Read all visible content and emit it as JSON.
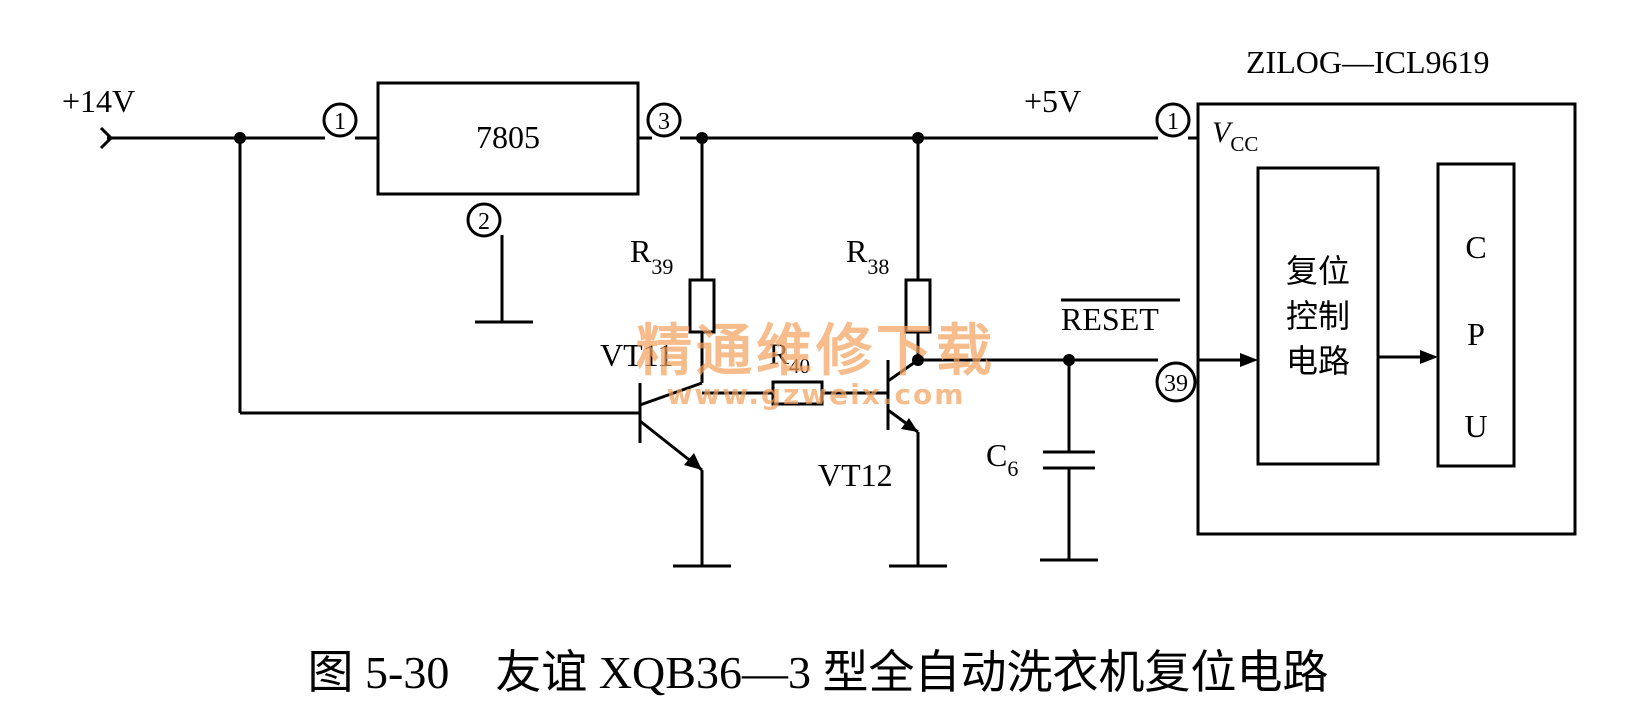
{
  "labels": {
    "v_in": "+14V",
    "v_out": "+5V",
    "regulator": "7805",
    "chip": "ZILOG—ICL9619",
    "vcc_main": "V",
    "vcc_sub": "CC",
    "r39_main": "R",
    "r39_sub": "39",
    "r38_main": "R",
    "r38_sub": "38",
    "r40_main": "R",
    "r40_sub": "40",
    "vt11": "VT11",
    "vt12": "VT12",
    "c6_main": "C",
    "c6_sub": "6",
    "reset": "RESET",
    "pin1_reg": "1",
    "pin2_reg": "2",
    "pin3_reg": "3",
    "pin1_chip": "1",
    "pin39_chip": "39",
    "block_reset_line1": "复位",
    "block_reset_line2": "控制",
    "block_reset_line3": "电路",
    "cpu_c": "C",
    "cpu_p": "P",
    "cpu_u": "U"
  },
  "caption": "图 5-30　友谊 XQB36—3 型全自动洗衣机复位电路",
  "watermark": {
    "line1": "精通维修下载",
    "line2": "www.gzweix.com",
    "color": "#f4a25e"
  }
}
